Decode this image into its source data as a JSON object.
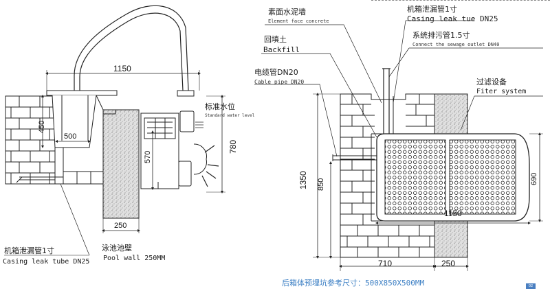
{
  "left_diagram": {
    "dims": {
      "width_1150": "1150",
      "height_450": "450",
      "width_500": "500",
      "height_570": "570",
      "height_780": "780",
      "width_250": "250"
    },
    "water_level": {
      "cn": "标准水位",
      "en": "Standard water level"
    },
    "pool_wall": {
      "cn": "泳池池壁",
      "en": "Pool wall 250MM"
    },
    "casing_leak": {
      "cn": "机箱泄漏管1寸",
      "en": "Casing leak tube DN25"
    }
  },
  "right_diagram": {
    "dims": {
      "height_1350": "1350",
      "height_850": "850",
      "height_690": "690",
      "width_1150": "1150",
      "width_710": "710",
      "width_250": "250"
    },
    "concrete_wall": {
      "cn": "素面水泥墙",
      "en": "Element face concrete"
    },
    "casing_leak": {
      "cn": "机箱泄漏管1寸",
      "en": "Casing leak tue DN25"
    },
    "sewage": {
      "cn": "系统排污管1.5寸",
      "en": "Connect the sewage outlet DN40"
    },
    "backfill": {
      "cn": "回填土",
      "en": "Backfill"
    },
    "cable_pipe": {
      "cn": "电缆管DN20",
      "en": "Cable pipe DN20"
    },
    "filter": {
      "cn": "过滤设备",
      "en": "Fiter system"
    }
  },
  "footer": {
    "text": "后箱体预埋坑参考尺寸：500X850X500MM"
  },
  "badge": {
    "text": "02"
  },
  "colors": {
    "line": "#222222",
    "brick_fill": "#ffffff",
    "concrete_fill": "#d9d9d9",
    "footer": "#3c7fc4"
  }
}
